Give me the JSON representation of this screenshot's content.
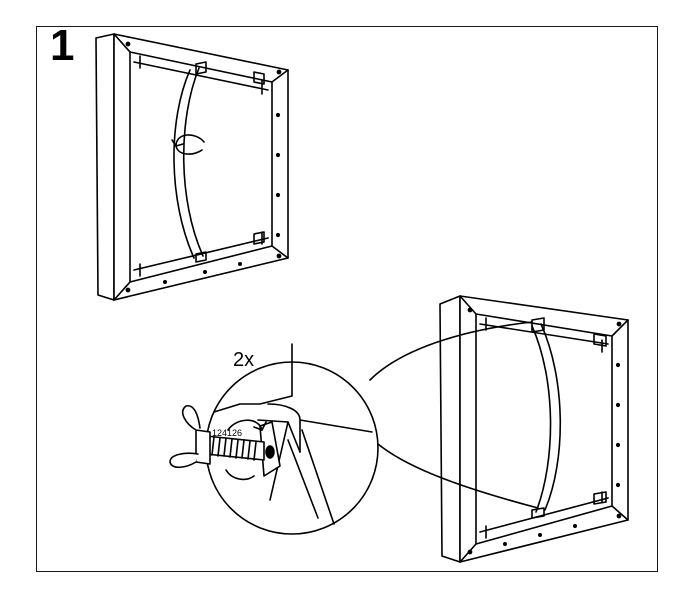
{
  "step": {
    "number": "1"
  },
  "callout": {
    "quantity": "2x",
    "part_number": "124126"
  },
  "colors": {
    "ink": "#000000",
    "paper": "#ffffff"
  }
}
